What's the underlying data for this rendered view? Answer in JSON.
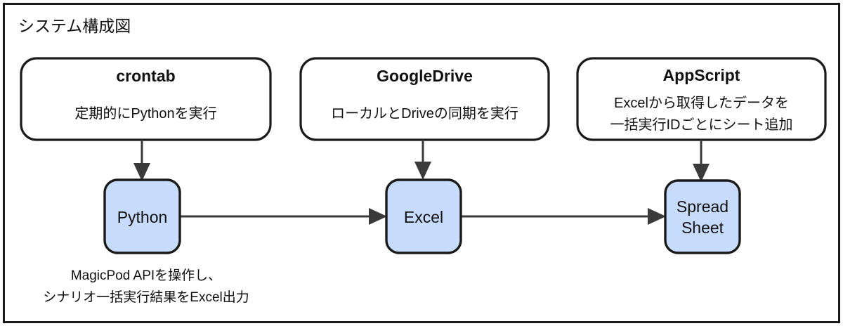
{
  "diagram": {
    "title": "システム構成図",
    "accent_color": "#c7dbfc",
    "border_color": "#1a1a1a",
    "connector_color": "#3a3a3a",
    "notes": [
      {
        "id": "crontab",
        "title": "crontab",
        "body_lines": [
          "定期的にPythonを実行"
        ]
      },
      {
        "id": "googledrive",
        "title": "GoogleDrive",
        "body_lines": [
          "ローカルとDriveの同期を実行"
        ]
      },
      {
        "id": "appscript",
        "title": "AppScript",
        "body_lines": [
          "Excelから取得したデータを",
          "一括実行IDごとにシート追加"
        ]
      }
    ],
    "nodes": [
      {
        "id": "python",
        "label_lines": [
          "Python"
        ]
      },
      {
        "id": "excel",
        "label_lines": [
          "Excel"
        ]
      },
      {
        "id": "spreadsheet",
        "label_lines": [
          "Spread",
          "Sheet"
        ]
      }
    ],
    "captions": [
      {
        "id": "python-caption",
        "lines": [
          "MagicPod APIを操作し、",
          "シナリオ一括実行結果をExcel出力"
        ]
      }
    ],
    "connections": [
      {
        "id": "crontab-to-python",
        "from": "crontab",
        "to": "python",
        "direction": "down"
      },
      {
        "id": "googledrive-to-excel",
        "from": "googledrive",
        "to": "excel",
        "direction": "down"
      },
      {
        "id": "appscript-to-spreadsheet",
        "from": "appscript",
        "to": "spreadsheet",
        "direction": "down"
      },
      {
        "id": "python-to-excel",
        "from": "python",
        "to": "excel",
        "direction": "right"
      },
      {
        "id": "excel-to-spreadsheet",
        "from": "excel",
        "to": "spreadsheet",
        "direction": "right"
      }
    ]
  }
}
